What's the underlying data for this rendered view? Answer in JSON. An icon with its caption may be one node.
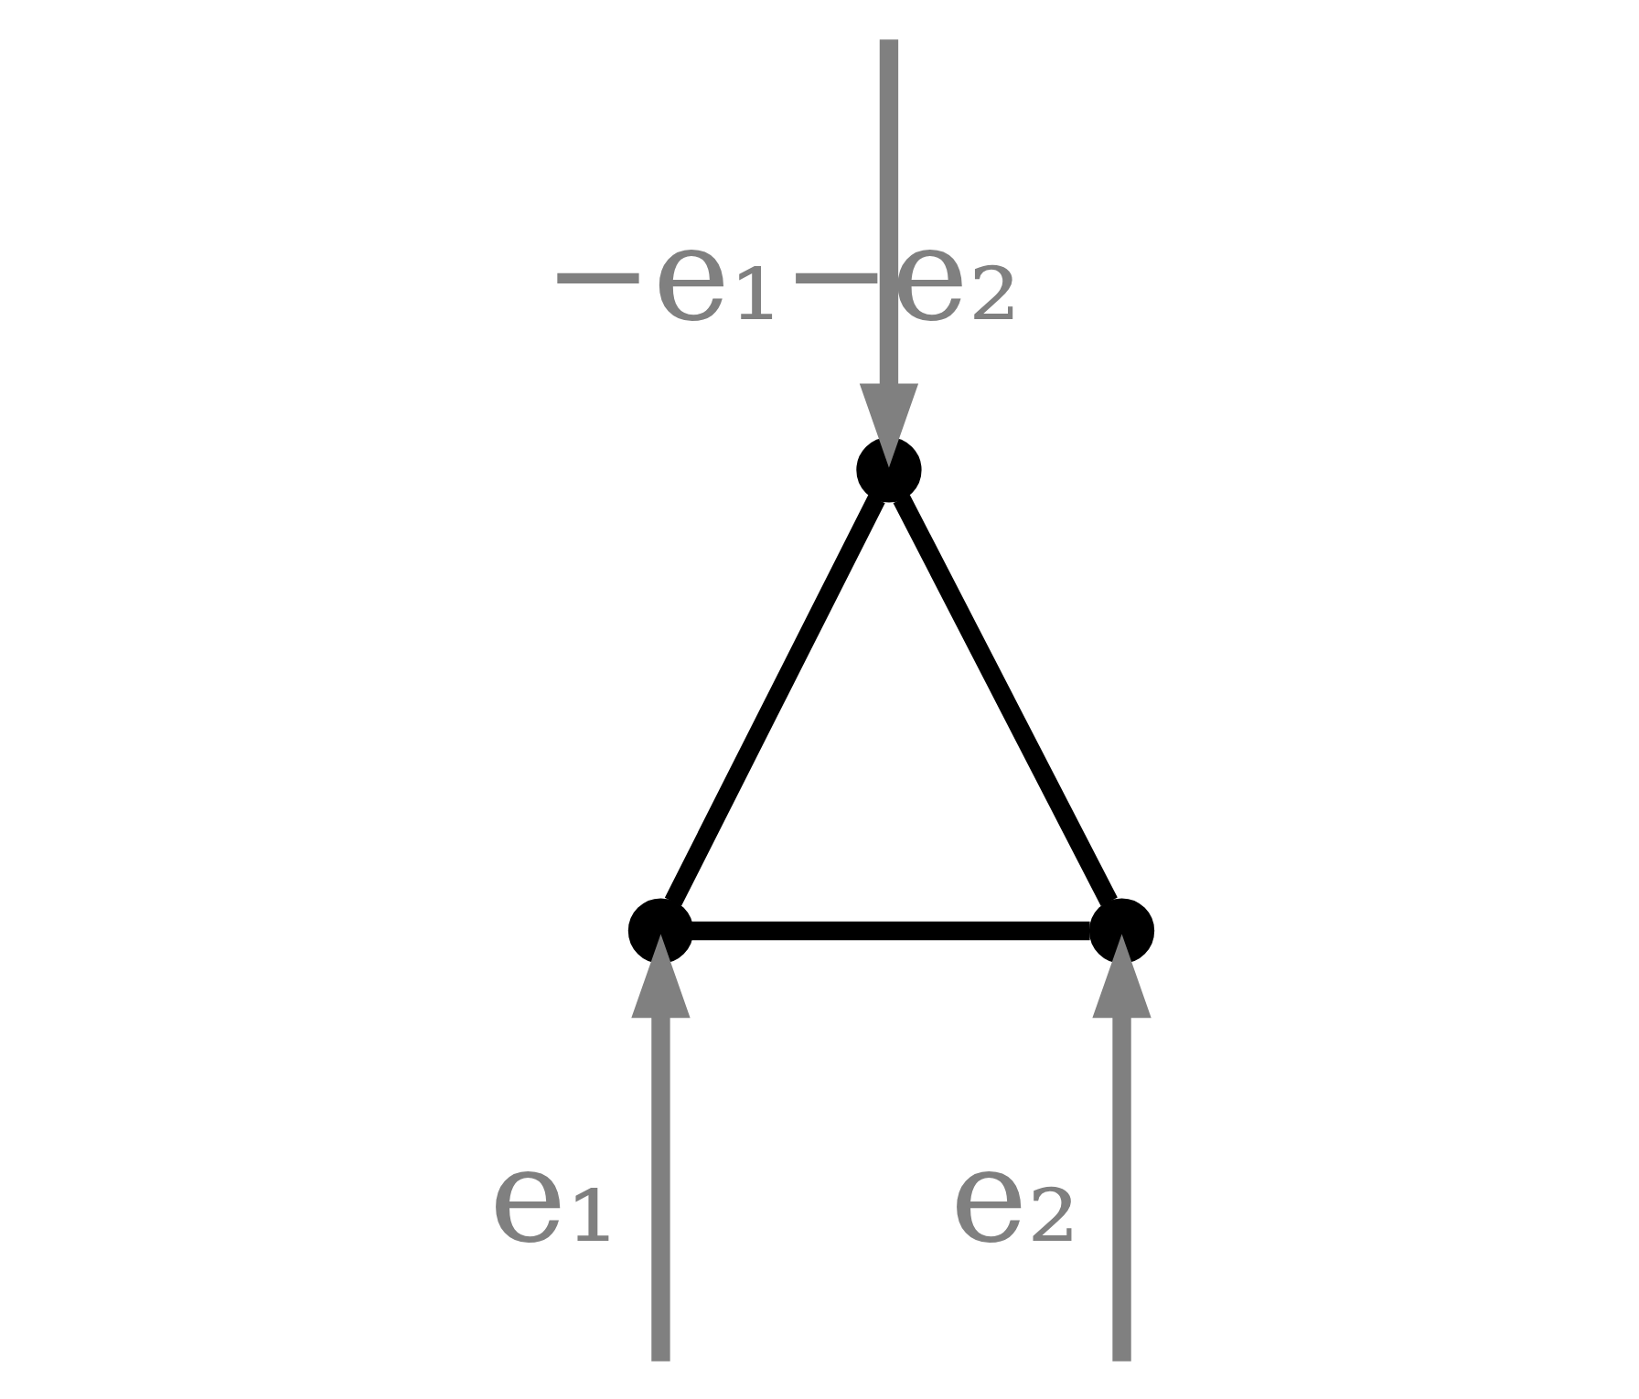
{
  "diagram": {
    "nodes": [
      {
        "text": [],
        "shape": "circle"
      },
      {
        "text": [],
        "shape": "circle"
      },
      {
        "text": [],
        "shape": "circle"
      }
    ],
    "edges": [
      {
        "from": null,
        "to": 0,
        "arrow": "to",
        "label": "−e₁−e₂",
        "color": "#808080"
      },
      {
        "from": null,
        "to": 1,
        "arrow": "to",
        "label": "e₁",
        "color": "#808080"
      },
      {
        "from": null,
        "to": 2,
        "arrow": "to",
        "label": "e₂",
        "color": "#808080"
      },
      {
        "from": 0,
        "to": 1,
        "arrow": "none",
        "color": "#000000"
      },
      {
        "from": 1,
        "to": 2,
        "arrow": "none",
        "color": "#000000"
      },
      {
        "from": 2,
        "to": 0,
        "arrow": "none",
        "color": "#000000"
      }
    ]
  }
}
